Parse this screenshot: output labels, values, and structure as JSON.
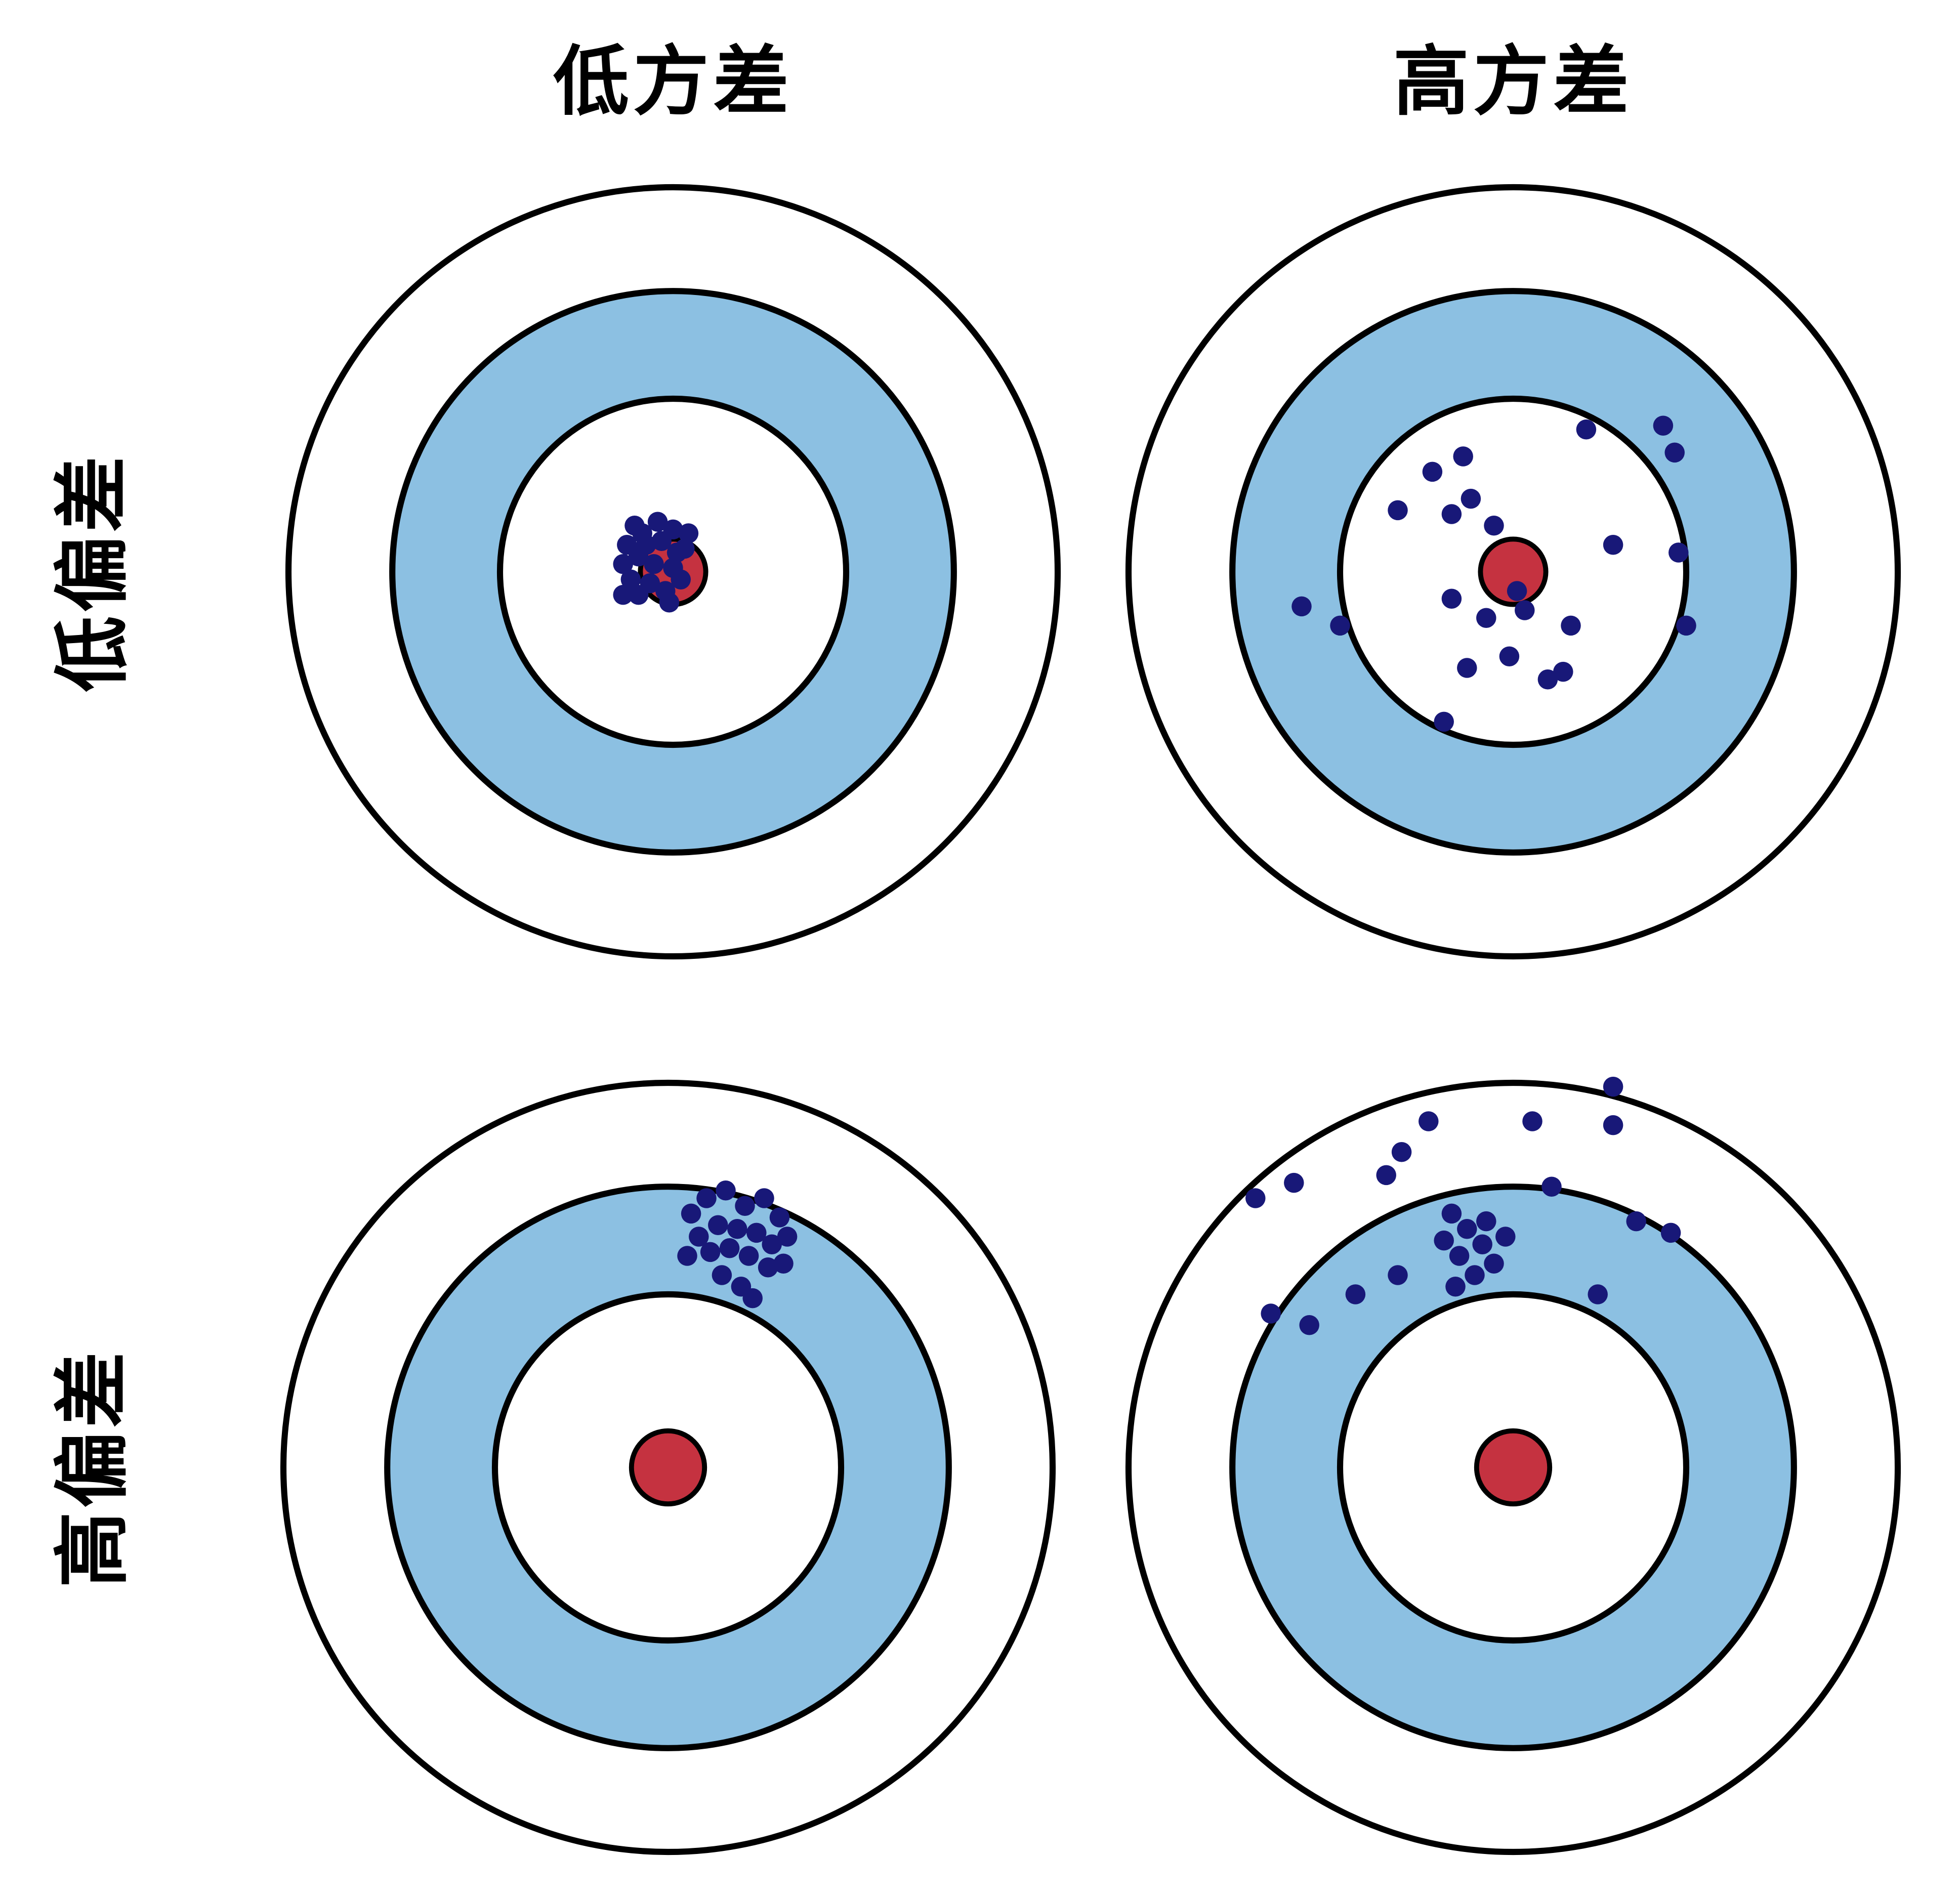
{
  "diagram": {
    "type": "bias-variance-targets",
    "columns": [
      {
        "id": "low-variance",
        "label": "低方差"
      },
      {
        "id": "high-variance",
        "label": "高方差"
      }
    ],
    "rows": [
      {
        "id": "low-bias",
        "label": "低偏差"
      },
      {
        "id": "high-bias",
        "label": "高偏差"
      }
    ]
  },
  "colors": {
    "ring": "#8cc0e2",
    "bull": "#c53240",
    "dot": "#181878",
    "stroke": "#000000",
    "background": "#ffffff"
  },
  "dot_radius": 0.026,
  "targets": [
    {
      "id": "low-bias-low-variance",
      "row": "低偏差",
      "column": "低方差",
      "dots": [
        [
          -0.12,
          -0.07
        ],
        [
          -0.08,
          -0.1
        ],
        [
          -0.03,
          -0.08
        ],
        [
          0.01,
          -0.05
        ],
        [
          -0.13,
          -0.02
        ],
        [
          -0.09,
          -0.04
        ],
        [
          -0.05,
          -0.02
        ],
        [
          0.0,
          -0.01
        ],
        [
          0.03,
          -0.06
        ],
        [
          -0.11,
          0.02
        ],
        [
          -0.06,
          0.03
        ],
        [
          -0.02,
          0.05
        ],
        [
          0.02,
          0.02
        ],
        [
          -0.09,
          0.06
        ],
        [
          -0.04,
          -0.13
        ],
        [
          -0.13,
          0.06
        ],
        [
          -0.07,
          -0.07
        ],
        [
          0.04,
          -0.1
        ],
        [
          -0.01,
          0.08
        ],
        [
          -0.1,
          -0.12
        ],
        [
          0.0,
          -0.11
        ]
      ]
    },
    {
      "id": "low-bias-high-variance",
      "row": "低偏差",
      "column": "高方差",
      "dots": [
        [
          -0.21,
          -0.26
        ],
        [
          -0.13,
          -0.3
        ],
        [
          0.19,
          -0.37
        ],
        [
          0.39,
          -0.38
        ],
        [
          0.42,
          -0.31
        ],
        [
          -0.3,
          -0.16
        ],
        [
          -0.16,
          -0.15
        ],
        [
          -0.11,
          -0.19
        ],
        [
          -0.05,
          -0.12
        ],
        [
          0.26,
          -0.07
        ],
        [
          0.43,
          -0.05
        ],
        [
          -0.55,
          0.09
        ],
        [
          -0.45,
          0.14
        ],
        [
          -0.16,
          0.07
        ],
        [
          0.01,
          0.05
        ],
        [
          0.03,
          0.1
        ],
        [
          -0.07,
          0.12
        ],
        [
          0.15,
          0.14
        ],
        [
          0.45,
          0.14
        ],
        [
          -0.12,
          0.25
        ],
        [
          -0.01,
          0.22
        ],
        [
          0.13,
          0.26
        ],
        [
          -0.18,
          0.39
        ],
        [
          0.09,
          0.28
        ]
      ]
    },
    {
      "id": "high-bias-low-variance",
      "row": "高偏差",
      "column": "低方差",
      "dots": [
        [
          0.06,
          -0.66
        ],
        [
          0.1,
          -0.7
        ],
        [
          0.15,
          -0.72
        ],
        [
          0.2,
          -0.68
        ],
        [
          0.25,
          -0.7
        ],
        [
          0.29,
          -0.65
        ],
        [
          0.08,
          -0.6
        ],
        [
          0.13,
          -0.63
        ],
        [
          0.18,
          -0.62
        ],
        [
          0.23,
          -0.61
        ],
        [
          0.27,
          -0.58
        ],
        [
          0.31,
          -0.6
        ],
        [
          0.05,
          -0.55
        ],
        [
          0.11,
          -0.56
        ],
        [
          0.16,
          -0.57
        ],
        [
          0.21,
          -0.55
        ],
        [
          0.26,
          -0.52
        ],
        [
          0.14,
          -0.5
        ],
        [
          0.19,
          -0.47
        ],
        [
          0.22,
          -0.44
        ],
        [
          0.3,
          -0.53
        ]
      ]
    },
    {
      "id": "high-bias-high-variance",
      "row": "高偏差",
      "column": "高方差",
      "dots": [
        [
          0.26,
          -0.99
        ],
        [
          0.26,
          -0.89
        ],
        [
          0.05,
          -0.9
        ],
        [
          -0.22,
          -0.9
        ],
        [
          -0.29,
          -0.82
        ],
        [
          -0.33,
          -0.76
        ],
        [
          -0.67,
          -0.7
        ],
        [
          -0.57,
          -0.74
        ],
        [
          0.1,
          -0.73
        ],
        [
          0.32,
          -0.64
        ],
        [
          0.41,
          -0.61
        ],
        [
          -0.16,
          -0.66
        ],
        [
          -0.12,
          -0.62
        ],
        [
          -0.08,
          -0.58
        ],
        [
          -0.14,
          -0.55
        ],
        [
          -0.1,
          -0.5
        ],
        [
          -0.05,
          -0.53
        ],
        [
          -0.18,
          -0.59
        ],
        [
          -0.07,
          -0.64
        ],
        [
          -0.02,
          -0.6
        ],
        [
          -0.15,
          -0.47
        ],
        [
          -0.3,
          -0.5
        ],
        [
          -0.63,
          -0.4
        ],
        [
          -0.53,
          -0.37
        ],
        [
          0.22,
          -0.45
        ],
        [
          -0.41,
          -0.45
        ]
      ]
    }
  ]
}
